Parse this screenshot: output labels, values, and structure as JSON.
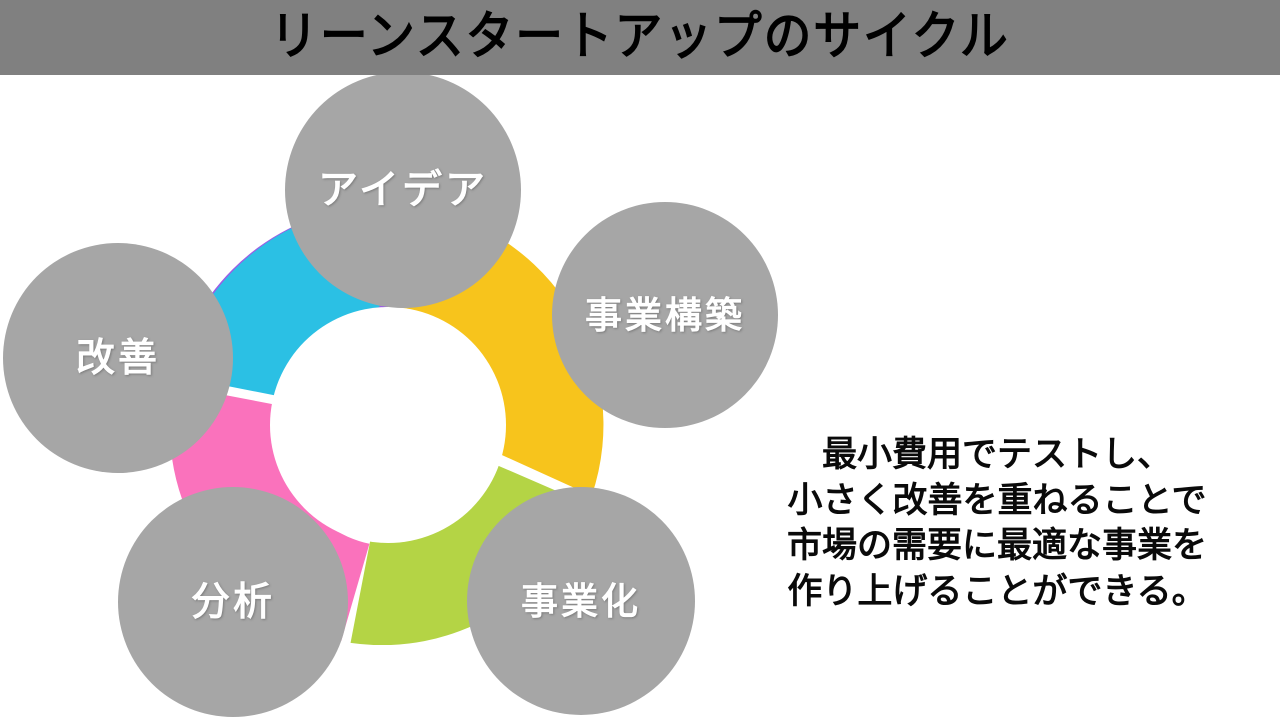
{
  "slide": {
    "title": "リーンスタートアップのサイクル",
    "background_color": "#FFFFFF",
    "banner_color": "#808080",
    "title_color": "#000000"
  },
  "cycle": {
    "hub_color": "#FFFFFF",
    "node_circle_color": "#A6A6A6",
    "node_label_color": "#FFFFFF",
    "nodes": [
      {
        "id": "idea",
        "label": "アイデア",
        "segment_color": "#9B5DE5"
      },
      {
        "id": "build",
        "label": "事業構築",
        "segment_color": "#F7C41C"
      },
      {
        "id": "launch",
        "label": "事業化",
        "segment_color": "#B4D445"
      },
      {
        "id": "analyze",
        "label": "分析",
        "segment_color": "#FA72BC"
      },
      {
        "id": "improve",
        "label": "改善",
        "segment_color": "#2BC0E4"
      }
    ]
  },
  "description": {
    "lines": [
      "最小費用でテストし、",
      "小さく改善を重ねることで",
      "市場の需要に最適な事業を",
      "作り上げることができる。"
    ],
    "text_color": "#0A0A0A"
  }
}
